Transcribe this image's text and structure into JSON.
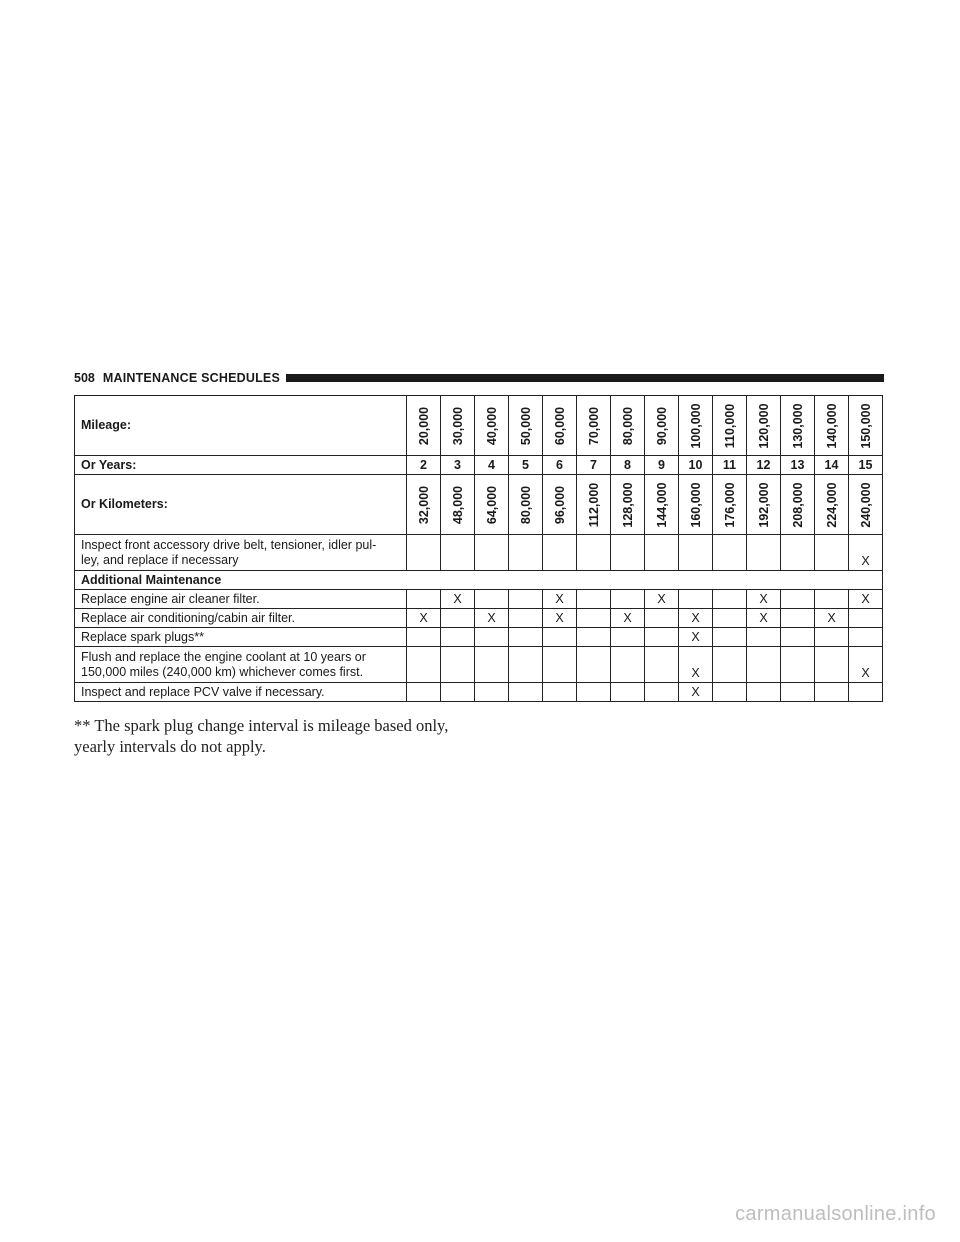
{
  "header": {
    "page_number": "508",
    "section_title": "MAINTENANCE SCHEDULES"
  },
  "table": {
    "mileage_label": "Mileage:",
    "mileage": [
      "20,000",
      "30,000",
      "40,000",
      "50,000",
      "60,000",
      "70,000",
      "80,000",
      "90,000",
      "100,000",
      "110,000",
      "120,000",
      "130,000",
      "140,000",
      "150,000"
    ],
    "years_label": "Or Years:",
    "years": [
      "2",
      "3",
      "4",
      "5",
      "6",
      "7",
      "8",
      "9",
      "10",
      "11",
      "12",
      "13",
      "14",
      "15"
    ],
    "km_label": "Or Kilometers:",
    "kilometers": [
      "32,000",
      "48,000",
      "64,000",
      "80,000",
      "96,000",
      "112,000",
      "128,000",
      "144,000",
      "160,000",
      "176,000",
      "192,000",
      "208,000",
      "224,000",
      "240,000"
    ],
    "rows": [
      {
        "item": "Inspect front accessory drive belt, tensioner, idler pul-\nley, and replace if necessary",
        "marks": [
          "",
          "",
          "",
          "",
          "",
          "",
          "",
          "",
          "",
          "",
          "",
          "",
          "",
          "X"
        ]
      },
      {
        "section": "Additional Maintenance"
      },
      {
        "item": "Replace engine air cleaner filter.",
        "marks": [
          "",
          "X",
          "",
          "",
          "X",
          "",
          "",
          "X",
          "",
          "",
          "X",
          "",
          "",
          "X"
        ]
      },
      {
        "item": "Replace air conditioning/cabin air filter.",
        "marks": [
          "X",
          "",
          "X",
          "",
          "X",
          "",
          "X",
          "",
          "X",
          "",
          "X",
          "",
          "X",
          ""
        ]
      },
      {
        "item": "Replace spark plugs**",
        "marks": [
          "",
          "",
          "",
          "",
          "",
          "",
          "",
          "",
          "X",
          "",
          "",
          "",
          "",
          ""
        ]
      },
      {
        "item": "Flush and replace the engine coolant at 10 years or\n150,000 miles (240,000 km) whichever comes first.",
        "marks": [
          "",
          "",
          "",
          "",
          "",
          "",
          "",
          "",
          "X",
          "",
          "",
          "",
          "",
          "X"
        ]
      },
      {
        "item": "Inspect and replace PCV valve if necessary.",
        "marks": [
          "",
          "",
          "",
          "",
          "",
          "",
          "",
          "",
          "X",
          "",
          "",
          "",
          "",
          ""
        ]
      }
    ]
  },
  "footnote": "** The spark plug change interval is mileage based only,\nyearly intervals do not apply.",
  "watermark": "carmanualsonline.info"
}
